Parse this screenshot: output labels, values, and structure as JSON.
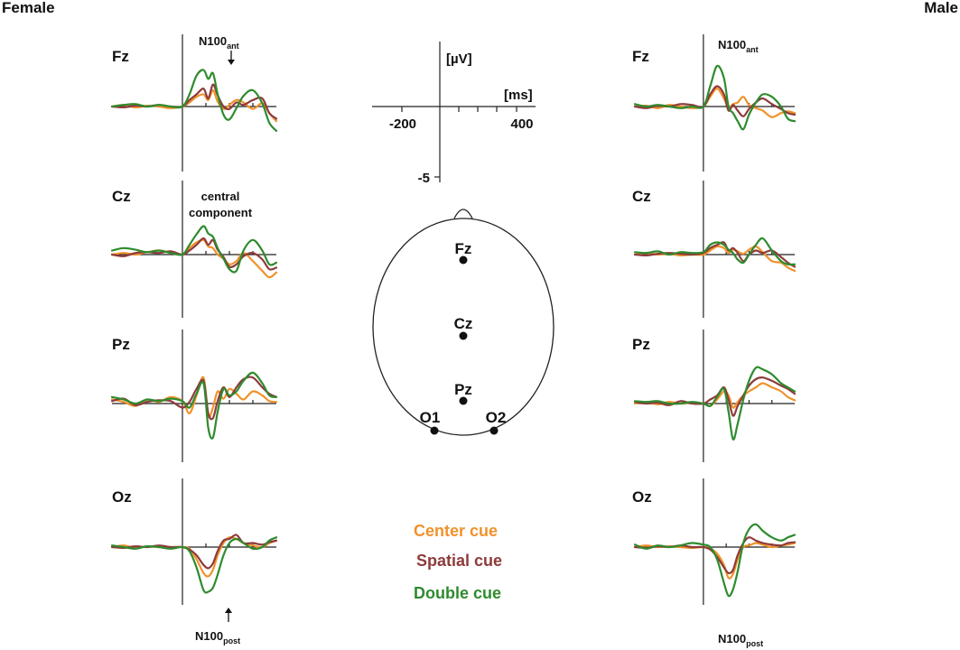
{
  "headings": {
    "female": "Female",
    "male": "Male"
  },
  "annotations": {
    "n100_ant": {
      "base": "N100",
      "sub": "ant"
    },
    "n100_post": {
      "base": "N100",
      "sub": "post"
    },
    "central_component": [
      "central",
      "component"
    ]
  },
  "scale_bar": {
    "y_label": "[µV]",
    "x_label": "[ms]",
    "x_ticks": [
      "-200",
      "400"
    ],
    "y_tick": "-5"
  },
  "head": {
    "electrodes": [
      "Fz",
      "Cz",
      "Pz",
      "O1",
      "O2"
    ]
  },
  "legend": [
    {
      "label": "Center cue",
      "color": "#f0922b"
    },
    {
      "label": "Spatial cue",
      "color": "#8e3b3b"
    },
    {
      "label": "Double cue",
      "color": "#2e8b2e"
    }
  ],
  "chart_data": {
    "type": "line",
    "x_unit": "ms",
    "y_unit": "µV",
    "xlim": [
      -300,
      400
    ],
    "ylim": [
      -6,
      6
    ],
    "negative_up": true,
    "x": [
      -300,
      -250,
      -200,
      -150,
      -100,
      -50,
      0,
      30,
      60,
      90,
      110,
      130,
      150,
      175,
      200,
      230,
      260,
      300,
      340,
      370,
      400
    ],
    "panels": [
      {
        "group": "female",
        "electrode": "Fz",
        "series": [
          {
            "name": "Center cue",
            "values": [
              0,
              0.2,
              -0.1,
              0.1,
              0,
              -0.2,
              0,
              0.5,
              1.2,
              1.5,
              0.8,
              2.0,
              0.6,
              -0.3,
              0.2,
              0.8,
              0.5,
              -0.3,
              0.4,
              -0.8,
              -1.8
            ]
          },
          {
            "name": "Spatial cue",
            "values": [
              0,
              -0.1,
              0.1,
              0,
              0.2,
              0,
              0,
              0.8,
              1.5,
              2.2,
              1.0,
              2.7,
              1.4,
              0,
              -0.3,
              0.5,
              0.2,
              0.8,
              1.0,
              -0.8,
              -1.5
            ]
          },
          {
            "name": "Double cue",
            "values": [
              0,
              0.2,
              0.3,
              0,
              0.2,
              0,
              0,
              1.5,
              3.8,
              4.5,
              3.4,
              4.1,
              1.5,
              -1.0,
              -1.6,
              -0.2,
              1.3,
              2.0,
              0.4,
              -2.0,
              -3.0
            ]
          }
        ]
      },
      {
        "group": "female",
        "electrode": "Cz",
        "series": [
          {
            "name": "Center cue",
            "values": [
              0,
              0.2,
              0,
              0.3,
              0.5,
              0.2,
              0,
              0.8,
              1.5,
              1.8,
              1.0,
              0.8,
              0,
              -0.5,
              -1.2,
              -0.8,
              0.2,
              -0.8,
              -2.0,
              -2.8,
              -2.2
            ]
          },
          {
            "name": "Spatial cue",
            "values": [
              0,
              -0.2,
              0.2,
              0.3,
              0.2,
              0.4,
              0,
              0.5,
              1.2,
              2.0,
              1.2,
              1.8,
              0.6,
              -0.3,
              -1.5,
              -1.2,
              -0.2,
              0.2,
              -0.6,
              -1.8,
              -1.6
            ]
          },
          {
            "name": "Double cue",
            "values": [
              0.5,
              0.8,
              0.6,
              0.3,
              0.5,
              0.2,
              0,
              1.2,
              2.5,
              3.5,
              2.6,
              2.2,
              0.8,
              -0.5,
              -1.8,
              -2.0,
              0.5,
              1.8,
              0.5,
              -1.2,
              -1.0
            ]
          }
        ]
      },
      {
        "group": "female",
        "electrode": "Pz",
        "series": [
          {
            "name": "Center cue",
            "values": [
              0.5,
              0.2,
              -0.3,
              0.5,
              0.2,
              0.8,
              0.3,
              -1.2,
              1.0,
              3.2,
              -1.5,
              -0.5,
              1.5,
              0.6,
              1.8,
              1.2,
              0.5,
              1.5,
              1.0,
              0.3,
              0.2
            ]
          },
          {
            "name": "Spatial cue",
            "values": [
              0.3,
              0.6,
              -0.2,
              0.2,
              0.4,
              0.3,
              -0.5,
              0.2,
              1.8,
              2.8,
              -1.2,
              -1.8,
              0.3,
              2.0,
              0.8,
              2.0,
              3.0,
              3.2,
              2.0,
              1.2,
              0.8
            ]
          },
          {
            "name": "Double cue",
            "values": [
              0.8,
              0.5,
              0,
              0.5,
              0.3,
              0.6,
              0.3,
              -0.5,
              1.2,
              2.5,
              -3.0,
              -4.2,
              -1.0,
              1.8,
              1.0,
              1.5,
              2.8,
              3.8,
              2.5,
              1.0,
              0.8
            ]
          }
        ]
      },
      {
        "group": "female",
        "electrode": "Oz",
        "series": [
          {
            "name": "Center cue",
            "values": [
              0,
              0.2,
              -0.1,
              0.1,
              0,
              0,
              0,
              -0.2,
              -1.5,
              -3.2,
              -3.6,
              -2.8,
              -1.0,
              0.5,
              1.2,
              1.0,
              0.5,
              0.2,
              0,
              0.5,
              0.8
            ]
          },
          {
            "name": "Spatial cue",
            "values": [
              0,
              -0.1,
              0.1,
              0,
              0.2,
              0,
              0,
              -0.3,
              -1.0,
              -2.2,
              -2.6,
              -2.0,
              -0.5,
              0.8,
              1.0,
              1.5,
              0.5,
              0.5,
              0.3,
              0.6,
              0.8
            ]
          },
          {
            "name": "Double cue",
            "values": [
              0.2,
              0,
              -0.2,
              0.1,
              0,
              -0.2,
              0,
              -0.5,
              -2.5,
              -5.3,
              -5.5,
              -5.0,
              -3.4,
              -1.0,
              0.5,
              1.0,
              0.5,
              -0.2,
              0,
              0.8,
              1.2
            ]
          }
        ]
      },
      {
        "group": "male",
        "electrode": "Fz",
        "series": [
          {
            "name": "Center cue",
            "values": [
              0,
              0.1,
              -0.2,
              0.2,
              0,
              -0.2,
              0,
              1.2,
              2.2,
              1.0,
              -0.2,
              0.3,
              0.5,
              1.2,
              0.2,
              -0.2,
              -0.5,
              -1.3,
              -0.8,
              -0.6,
              -0.8
            ]
          },
          {
            "name": "Spatial cue",
            "values": [
              0,
              -0.2,
              0.1,
              0,
              0.3,
              0.2,
              0,
              1.5,
              2.5,
              1.5,
              -0.5,
              0.2,
              -0.5,
              -1.2,
              -0.3,
              0.5,
              1.0,
              0.3,
              -0.3,
              -0.8,
              -1.0
            ]
          },
          {
            "name": "Double cue",
            "values": [
              0.3,
              0,
              0.2,
              0,
              -0.2,
              0,
              0,
              2.5,
              5.0,
              3.5,
              0,
              -0.8,
              -1.8,
              -2.8,
              -1.0,
              0.5,
              1.5,
              1.2,
              0,
              -1.5,
              -1.8
            ]
          }
        ]
      },
      {
        "group": "male",
        "electrode": "Cz",
        "series": [
          {
            "name": "Center cue",
            "values": [
              0,
              0.2,
              0,
              0.1,
              -0.1,
              0,
              0,
              0.5,
              1.0,
              0.8,
              0.2,
              0.6,
              0.4,
              0.1,
              0.6,
              1.0,
              0.3,
              -0.8,
              -1.0,
              -1.6,
              -2.0
            ]
          },
          {
            "name": "Spatial cue",
            "values": [
              0,
              -0.1,
              0.1,
              0.2,
              0.1,
              0,
              0.2,
              0.8,
              1.2,
              1.5,
              0.5,
              0.8,
              0.2,
              -0.8,
              0,
              0.5,
              0.2,
              0.5,
              -0.3,
              -1.0,
              -1.5
            ]
          },
          {
            "name": "Double cue",
            "values": [
              0.3,
              0.2,
              0.4,
              0,
              0.3,
              0.2,
              0.3,
              1.2,
              1.5,
              1.2,
              0.6,
              0.2,
              -0.6,
              -1.0,
              0,
              1.2,
              2.0,
              0.5,
              -0.8,
              -1.2,
              -1.2
            ]
          }
        ]
      },
      {
        "group": "male",
        "electrode": "Pz",
        "series": [
          {
            "name": "Center cue",
            "values": [
              0,
              0.2,
              -0.1,
              0.2,
              0,
              0.1,
              0,
              -0.3,
              0.5,
              1.5,
              1.0,
              -0.5,
              0.2,
              1.0,
              1.5,
              2.0,
              2.5,
              2.0,
              1.5,
              0.8,
              0.4
            ]
          },
          {
            "name": "Spatial cue",
            "values": [
              0.2,
              0,
              0.1,
              -0.2,
              0.3,
              0,
              0,
              0.5,
              1.0,
              2.0,
              0.5,
              -1.5,
              -0.3,
              1.0,
              2.2,
              3.0,
              3.2,
              2.8,
              2.2,
              1.8,
              1.2
            ]
          },
          {
            "name": "Double cue",
            "values": [
              0.3,
              0.2,
              0.3,
              0,
              0,
              0.2,
              0,
              -0.3,
              0.8,
              1.8,
              -1.0,
              -4.4,
              -2.5,
              0.5,
              2.8,
              4.4,
              4.2,
              3.6,
              2.5,
              2.0,
              1.5
            ]
          }
        ]
      },
      {
        "group": "male",
        "electrode": "Oz",
        "series": [
          {
            "name": "Center cue",
            "values": [
              0,
              0.2,
              0,
              0.1,
              0,
              -0.1,
              0,
              -0.2,
              -0.8,
              -2.2,
              -3.8,
              -3.3,
              -1.5,
              0,
              0.2,
              0.5,
              0.3,
              0,
              0.2,
              0.3,
              0.5
            ]
          },
          {
            "name": "Spatial cue",
            "values": [
              0,
              -0.1,
              0.1,
              0,
              0.2,
              0,
              0,
              -0.3,
              -1.2,
              -2.5,
              -3.2,
              -2.8,
              -1.0,
              0.5,
              1.2,
              0.8,
              0.5,
              0.3,
              0.2,
              0.5,
              0.6
            ]
          },
          {
            "name": "Double cue",
            "values": [
              0.3,
              -0.2,
              0.2,
              0,
              0.2,
              0.5,
              0.3,
              0,
              -1.5,
              -4.4,
              -6.0,
              -5.2,
              -3.0,
              0.5,
              2.2,
              2.8,
              2.0,
              1.2,
              0.8,
              1.2,
              1.5
            ]
          }
        ]
      }
    ]
  }
}
